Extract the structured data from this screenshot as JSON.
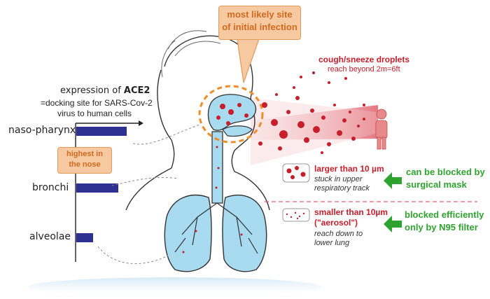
{
  "callout_top": {
    "line1": "most likely site",
    "line2": "of initial infection"
  },
  "ace2": {
    "prefix": "expression of ",
    "bold": "ACE2",
    "line2": "=docking site for SARS-Cov-2",
    "line3": "virus to human cells"
  },
  "highest_callout": {
    "line1": "highest in",
    "line2": "the nose"
  },
  "chart_data": {
    "type": "bar",
    "categories": [
      "naso-pharynx",
      "bronchi",
      "alveolae"
    ],
    "values": [
      3,
      2.5,
      1
    ],
    "title": "",
    "xlabel": "",
    "ylabel": ""
  },
  "droplets": {
    "title": "cough/sneeze droplets",
    "sub": "reach beyond 2m=6ft"
  },
  "large": {
    "title": "larger than 10 µm",
    "sub1": "stuck in upper",
    "sub2": "respiratory track",
    "blocked1": "can be blocked by",
    "blocked2": "surgical mask"
  },
  "small": {
    "title": "smaller than 10µm",
    "title2": "(\"aerosol\")",
    "sub1": "reach down to",
    "sub2": "lower lung",
    "blocked1": "blocked efficiently",
    "blocked2": "only by N95 filter"
  },
  "colors": {
    "airway": "#a8daf0",
    "bar": "#2e3192",
    "droplet": "#c81e2a",
    "accent": "#f7a25c",
    "green": "#2fa32f"
  }
}
